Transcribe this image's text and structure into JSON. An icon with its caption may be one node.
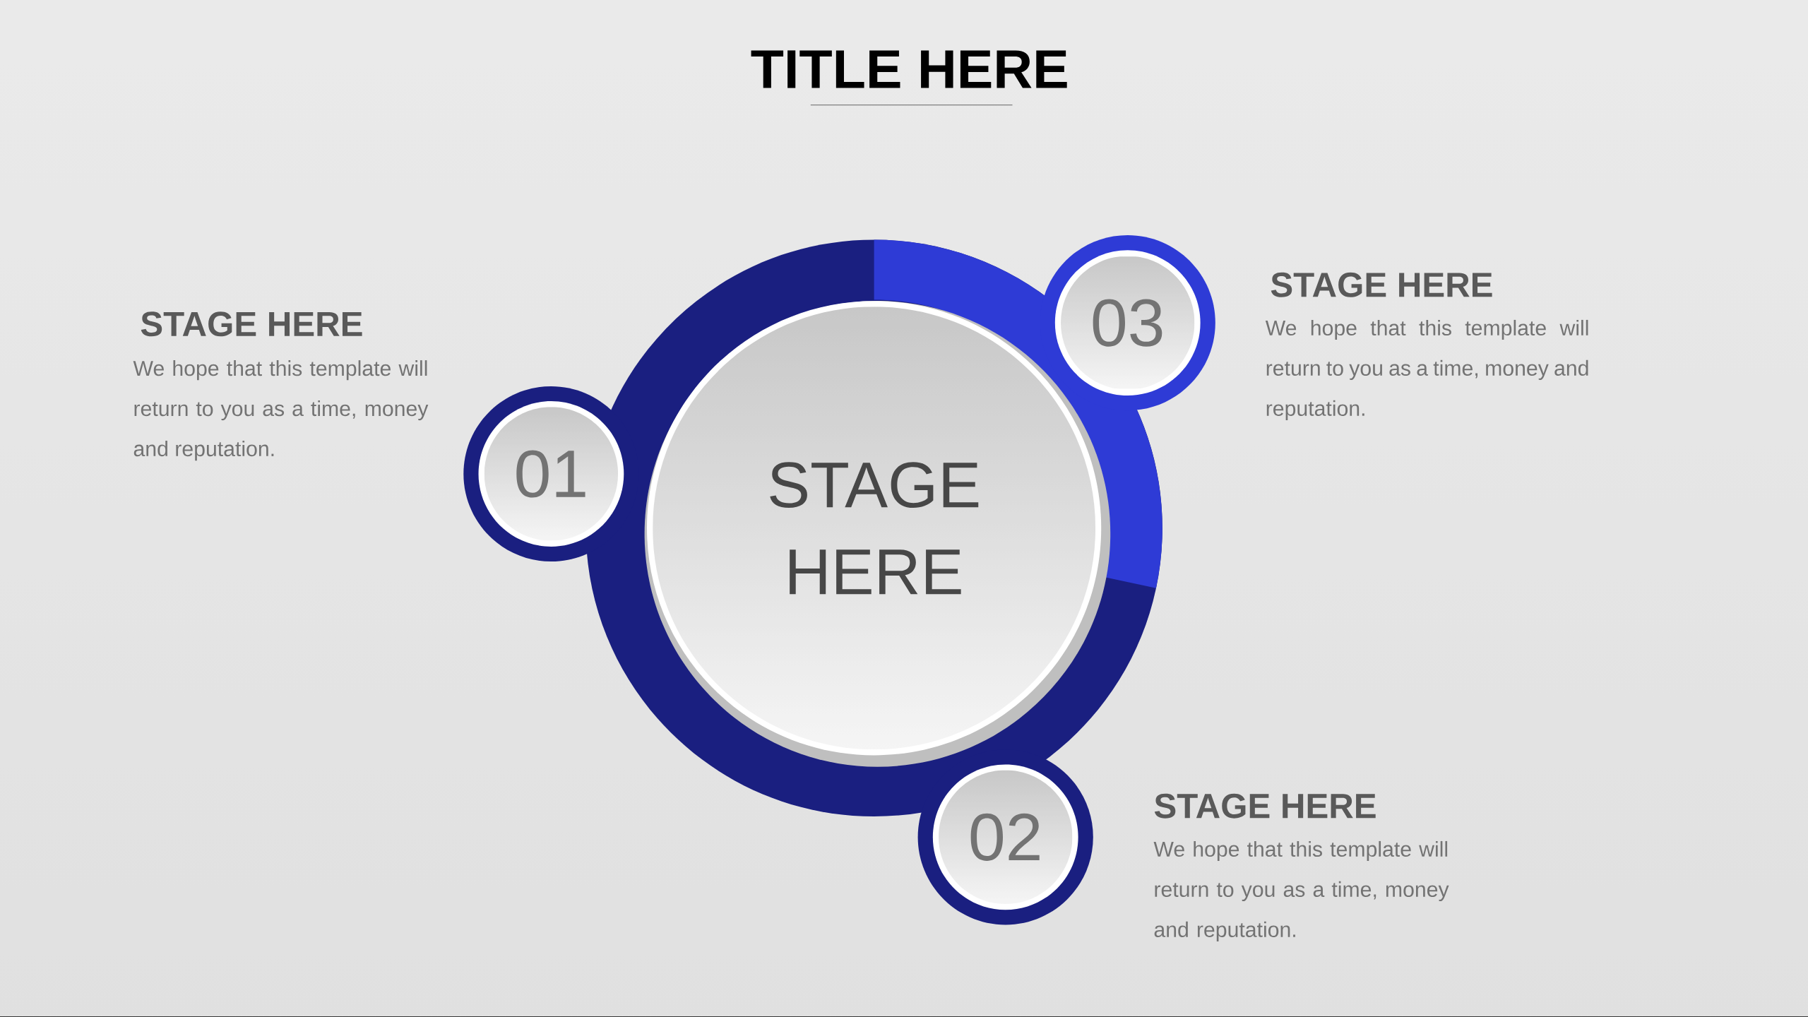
{
  "diagram": {
    "title": "TITLE HERE",
    "nodes": [
      {
        "text": [
          "STAGE HERE"
        ]
      },
      {
        "text": [
          "01"
        ]
      },
      {
        "text": [
          "02"
        ]
      },
      {
        "text": [
          "03"
        ]
      }
    ],
    "labels": [
      "STAGE HERE",
      "We hope that this template will return to you as a time, money and reputation.",
      "STAGE HERE",
      "We hope that this template will return to you as a time, money and reputation.",
      "STAGE HERE",
      "We hope that this template will return to you as a time, money and reputation."
    ]
  }
}
